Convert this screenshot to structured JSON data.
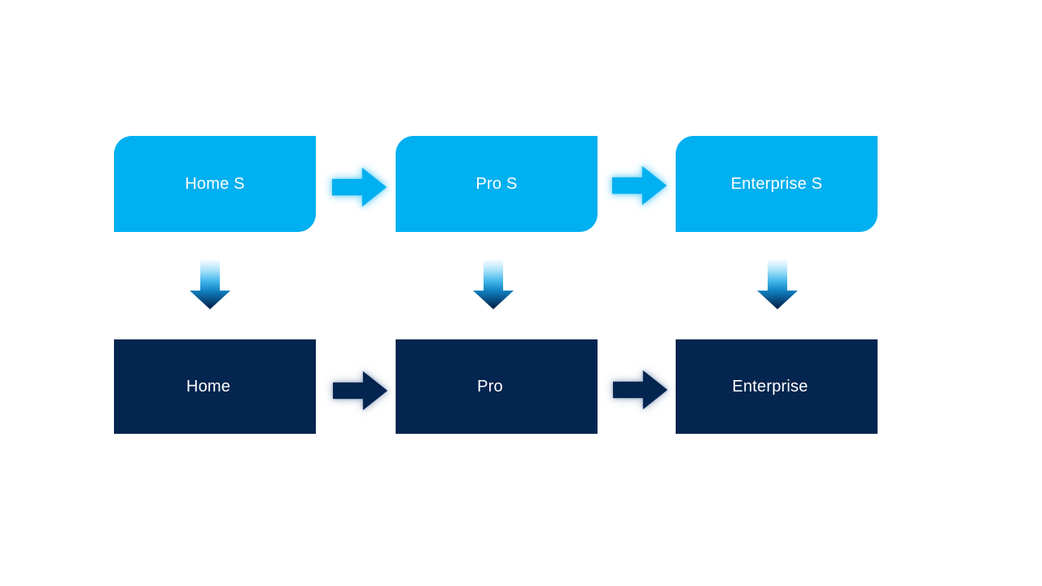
{
  "diagram": {
    "type": "flow-diagram",
    "columns": [
      {
        "top": "Home S",
        "bottom": "Home"
      },
      {
        "top": "Pro S",
        "bottom": "Pro"
      },
      {
        "top": "Enterprise S",
        "bottom": "Enterprise"
      }
    ],
    "arrows": {
      "horizontal_top_count": 2,
      "horizontal_bottom_count": 2,
      "vertical_count": 3,
      "vertical_gradient": [
        "#FFFFFF",
        "#AEE3FA",
        "#3FB5EA",
        "#0F7DBD",
        "#04254F"
      ]
    },
    "colors": {
      "canvas_bg": "#FFFFFF",
      "light_blue": "#00B0F0",
      "dark_navy": "#04254F",
      "label_text": "#FFFFFF",
      "glow_light": "#82D9FA",
      "glow_dark": "#91A5C3"
    }
  }
}
